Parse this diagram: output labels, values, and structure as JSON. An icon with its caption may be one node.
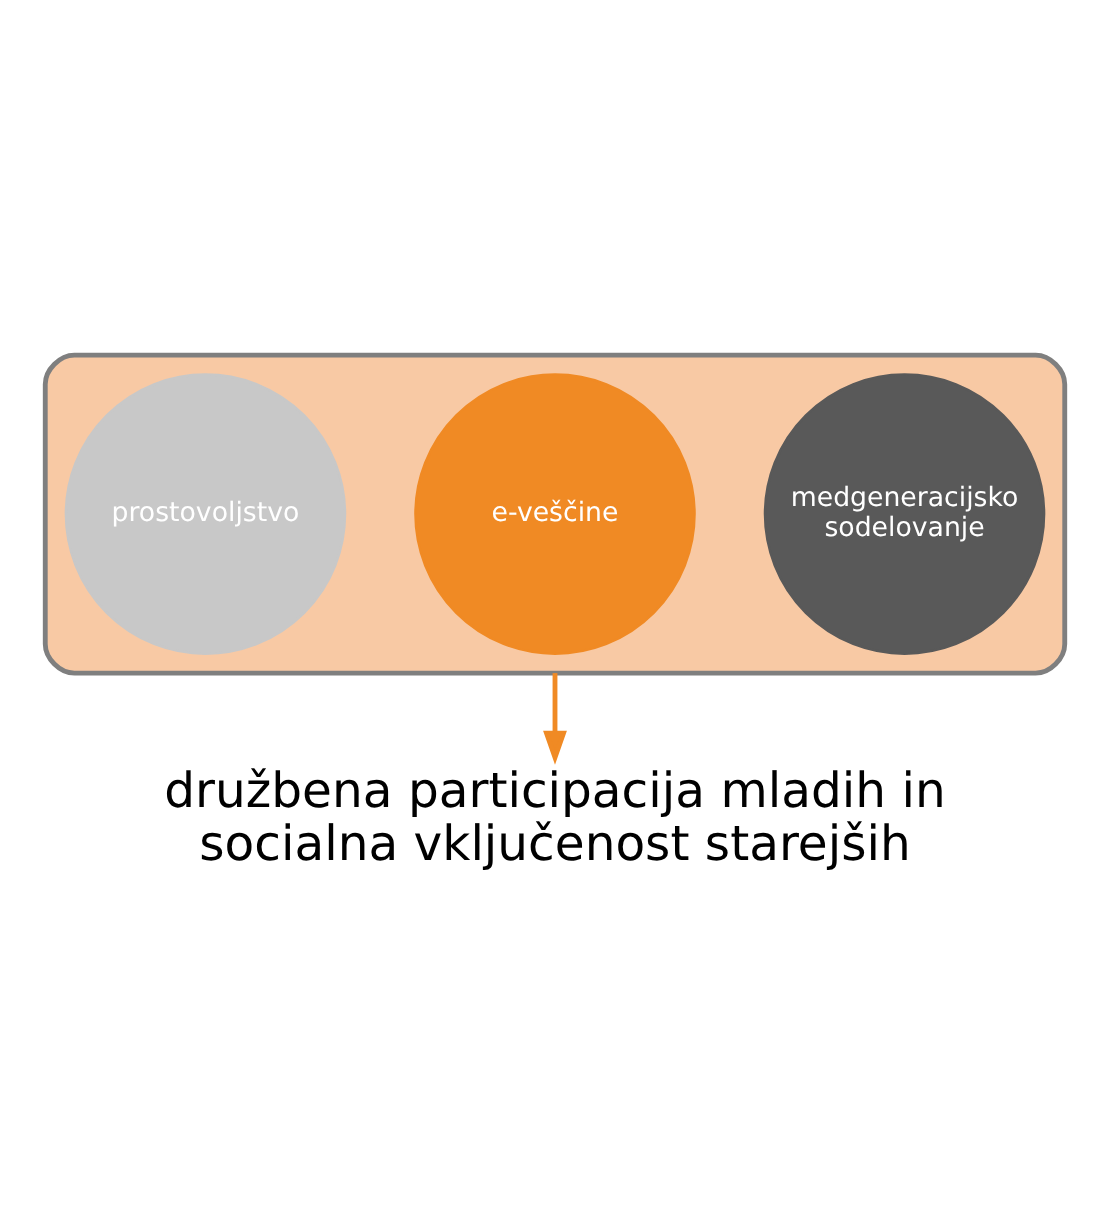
{
  "diagram": {
    "nodes": [
      {
        "text": [],
        "shape": "funnel"
      },
      {
        "text": [
          "medgeneracijsko sodelovanje"
        ],
        "in": 0
      },
      {
        "text": [
          "e-veščine"
        ],
        "in": 0
      },
      {
        "text": [
          "prostovoljstvo"
        ],
        "in": 0
      },
      {
        "text": [
          "družbena participacija mladih in socialna vključenost starejših"
        ]
      }
    ],
    "edges": [
      {
        "from": 0,
        "to": 4,
        "arrow": "to"
      }
    ]
  }
}
